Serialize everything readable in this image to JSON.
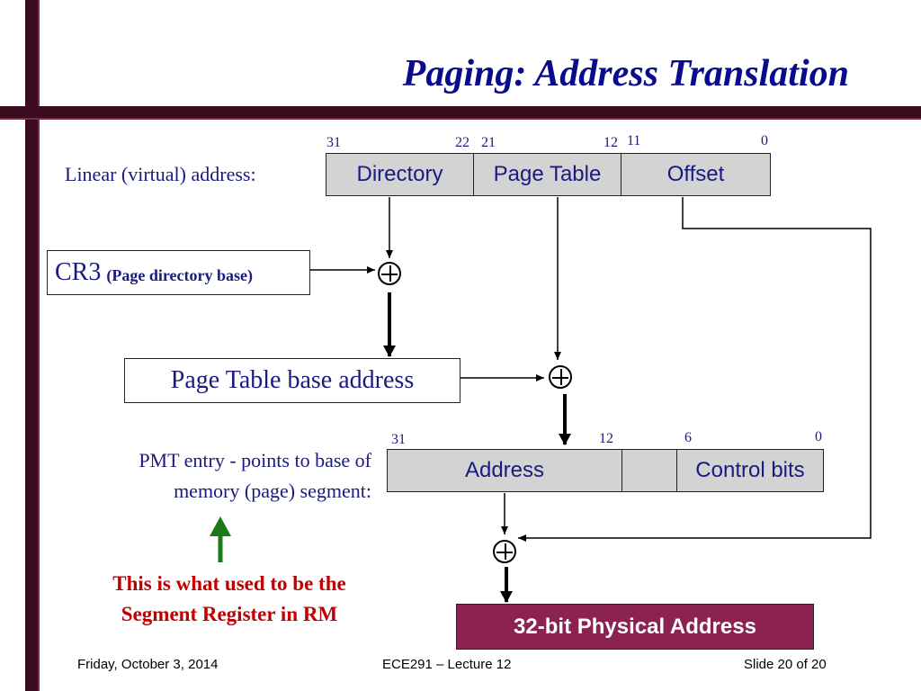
{
  "slide": {
    "title_part1": "Paging:",
    "title_part2": "Address Translation"
  },
  "linear": {
    "label": "Linear (virtual) address:",
    "bits": [
      "31",
      "22",
      "21",
      "12",
      "11",
      "0"
    ],
    "fields": [
      "Directory",
      "Page Table",
      "Offset"
    ]
  },
  "cr3": {
    "name": "CR3",
    "desc": "(Page directory base)"
  },
  "ptba": {
    "label": "Page Table base address"
  },
  "pmt": {
    "desc_line1": "PMT entry - points to base of",
    "desc_line2": "memory (page) segment:",
    "bits": [
      "31",
      "12",
      "6",
      "0"
    ],
    "fields": [
      "Address",
      "",
      "Control bits"
    ]
  },
  "note": {
    "line1": "This is what used to be the",
    "line2": "Segment Register in RM"
  },
  "physical": {
    "label": "32-bit Physical Address"
  },
  "footer": {
    "date": "Friday, October 3, 2014",
    "course": "ECE291 – Lecture 12",
    "slide": "Slide 20 of 20"
  },
  "colors": {
    "title_blue": "#0a0a8c",
    "text_navy": "#1a1a80",
    "cell_gray": "#d3d3d3",
    "bar_maroon": "#3a0b1e",
    "phys_box": "#8b2252",
    "note_red": "#c00000",
    "arrow_green": "#1a7a1a"
  }
}
